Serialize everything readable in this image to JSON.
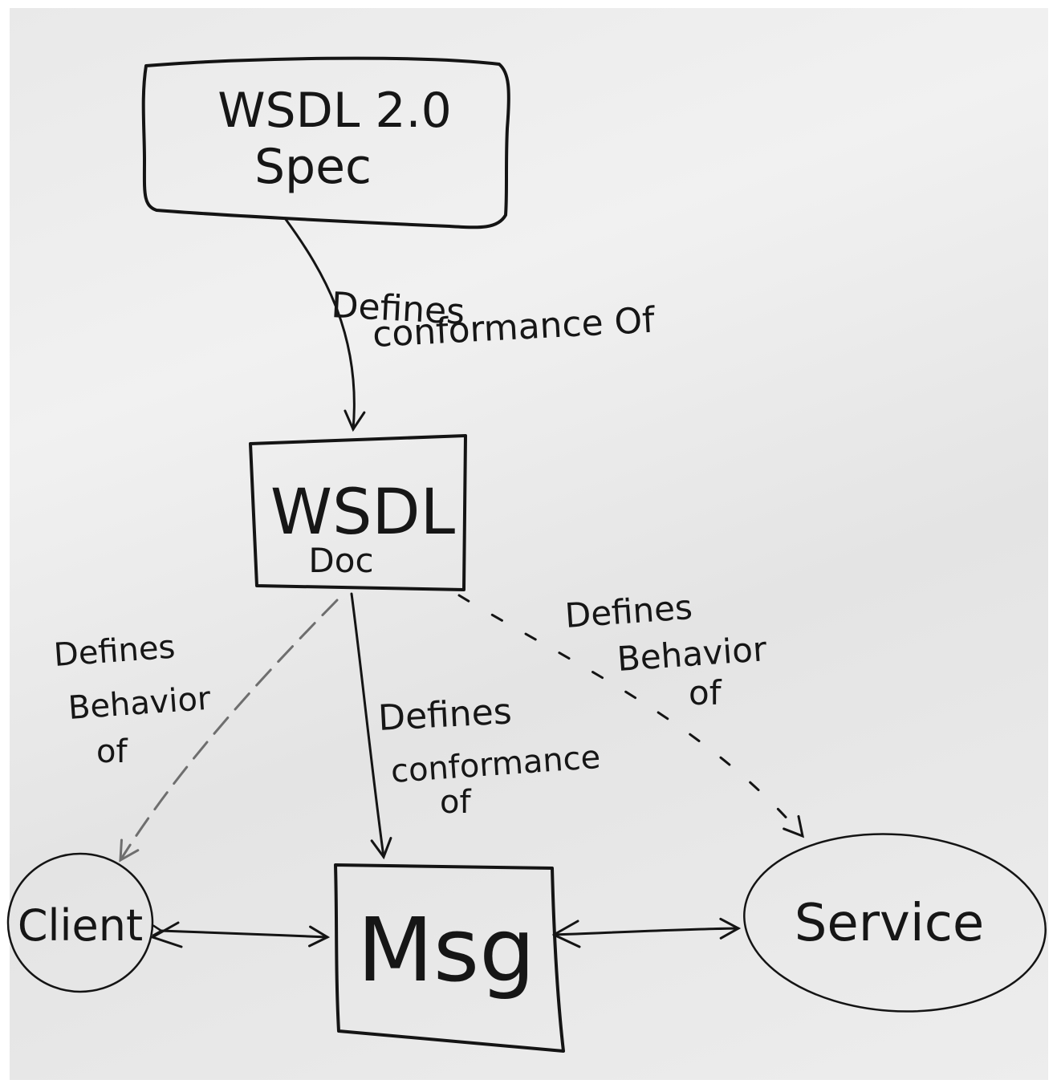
{
  "nodes": {
    "spec": {
      "line1": "WSDL 2.0",
      "line2": "Spec"
    },
    "doc": {
      "line1": "WSDL",
      "line2": "Doc"
    },
    "msg": {
      "label": "Msg"
    },
    "client": {
      "label": "Client"
    },
    "service": {
      "label": "Service"
    }
  },
  "edges": {
    "spec_to_doc": {
      "line1": "Defines",
      "line2": "conformance Of"
    },
    "doc_to_msg": {
      "line1": "Defines",
      "line2": "conformance",
      "line3": "of"
    },
    "doc_to_client": {
      "line1": "Defines",
      "line2": "Behavior",
      "line3": "of"
    },
    "doc_to_service": {
      "line1": "Defines",
      "line2": "Behavior",
      "line3": "of"
    }
  },
  "colors": {
    "ink": "#141414",
    "paper": "#ebebeb",
    "dashed_ink": "#7a7a7a"
  }
}
